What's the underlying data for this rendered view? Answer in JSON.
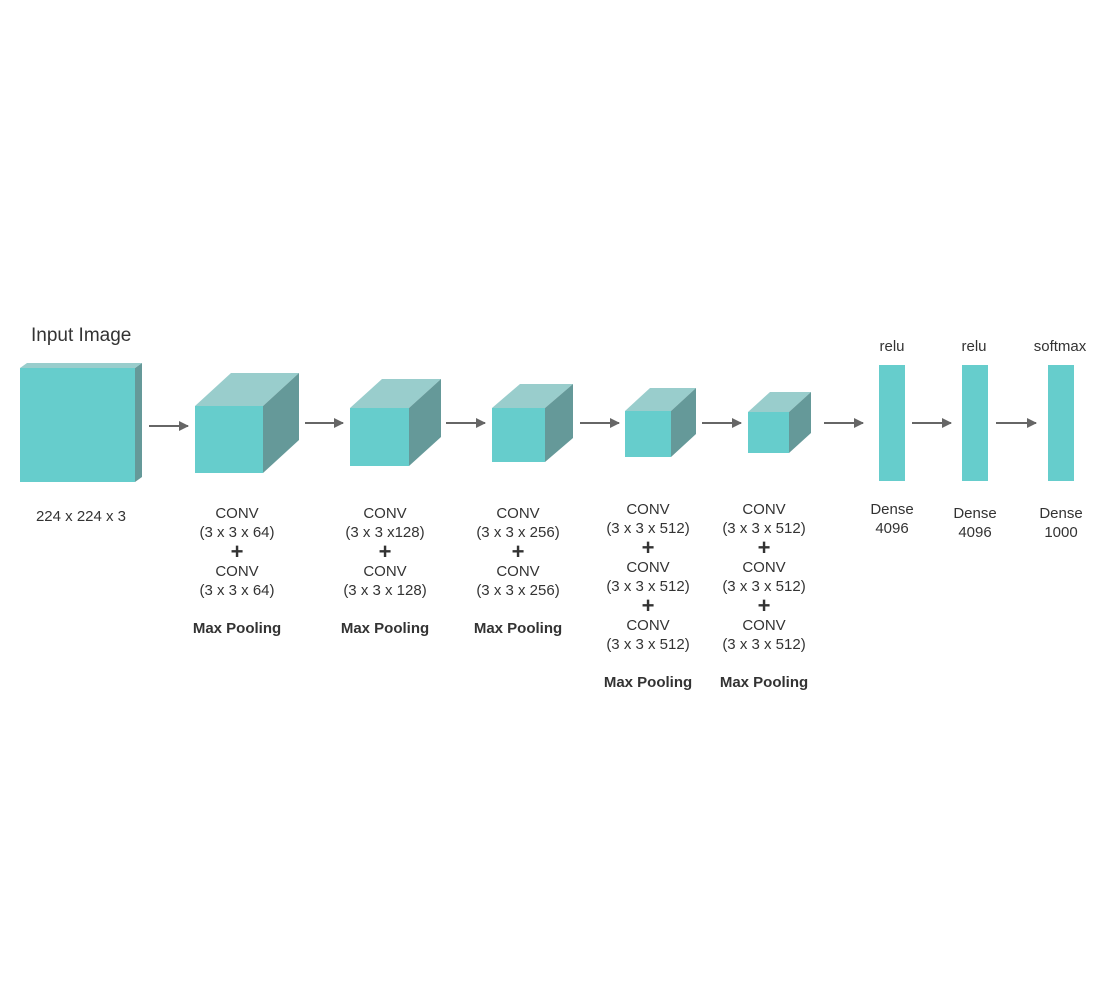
{
  "title": "Input Image",
  "input_label": "224 x 224 x 3",
  "plus": "+",
  "colors": {
    "front": "#66cdcc",
    "top": "#99cdcc",
    "side": "#659999",
    "arrow": "#666666",
    "text": "#333333"
  },
  "blocks": [
    {
      "conv_lines": [
        "CONV",
        "(3 x 3 x 64)",
        "CONV",
        "(3 x 3 x 64)"
      ],
      "pool": "Max Pooling"
    },
    {
      "conv_lines": [
        "CONV",
        "(3 x 3 x128)",
        "CONV",
        "(3 x 3 x 128)"
      ],
      "pool": "Max Pooling"
    },
    {
      "conv_lines": [
        "CONV",
        "(3 x 3 x 256)",
        "CONV",
        "(3 x 3 x 256)"
      ],
      "pool": "Max Pooling"
    },
    {
      "conv_lines": [
        "CONV",
        "(3 x 3 x 512)",
        "CONV",
        "(3 x 3 x 512)",
        "CONV",
        "(3 x 3 x 512)"
      ],
      "pool": "Max Pooling"
    },
    {
      "conv_lines": [
        "CONV",
        "(3 x 3 x 512)",
        "CONV",
        "(3 x 3 x 512)",
        "CONV",
        "(3 x 3 x 512)"
      ],
      "pool": "Max Pooling"
    }
  ],
  "dense": [
    {
      "activation": "relu",
      "name": "Dense",
      "units": "4096"
    },
    {
      "activation": "relu",
      "name": "Dense",
      "units": "4096"
    },
    {
      "activation": "softmax",
      "name": "Dense",
      "units": "1000"
    }
  ]
}
